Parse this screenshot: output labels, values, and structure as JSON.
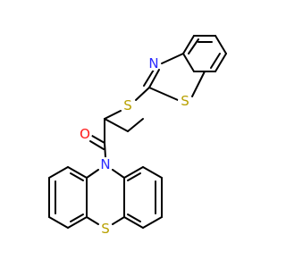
{
  "colors": {
    "background": "#ffffff",
    "bond": "#000000",
    "S": "#b8a000",
    "N": "#2a2aff",
    "O": "#ff1a1a"
  },
  "atoms": {
    "s_thioether": {
      "label": "S",
      "element": "S"
    },
    "n_thiazole": {
      "label": "N",
      "element": "N"
    },
    "s_thiazole": {
      "label": "S",
      "element": "S"
    },
    "o_carbonyl": {
      "label": "O",
      "element": "O"
    },
    "n_phenothiazine": {
      "label": "N",
      "element": "N"
    },
    "s_phenothiazine": {
      "label": "S",
      "element": "S"
    }
  }
}
